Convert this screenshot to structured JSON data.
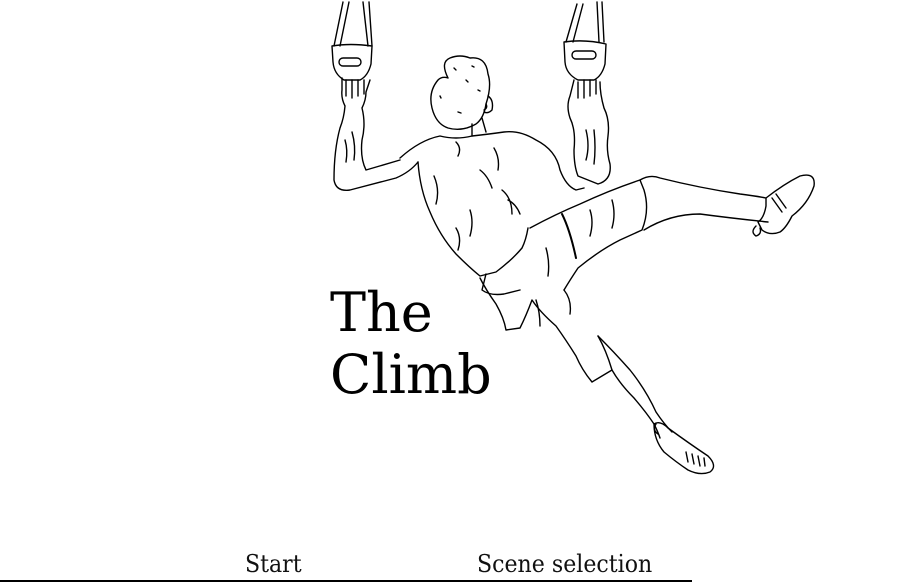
{
  "title": {
    "line1": "The",
    "line2": "Climb"
  },
  "menu": {
    "items": [
      {
        "label": "Start"
      },
      {
        "label": "Scene selection"
      }
    ]
  },
  "illustration": {
    "icon": "climber-on-gymnastic-rings-line-art"
  },
  "colors": {
    "background": "#ffffff",
    "ink": "#000000"
  }
}
